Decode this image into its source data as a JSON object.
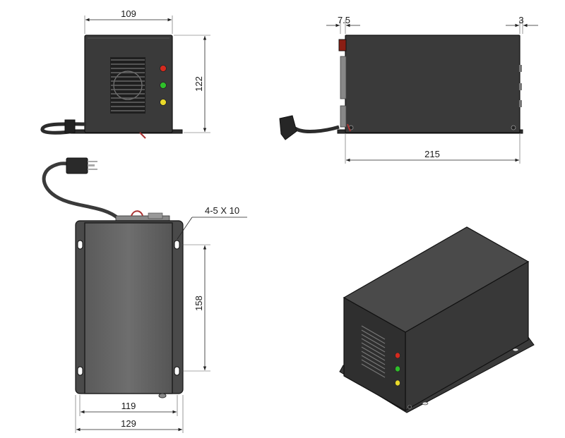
{
  "drawing": {
    "dimensions": {
      "front_width": "109",
      "front_height": "122",
      "side_offset_left": "7.5",
      "side_offset_right": "3",
      "side_length": "215",
      "slot_callout": "4-5 X 10",
      "slot_spacing": "158",
      "inner_width": "119",
      "outer_width": "129"
    },
    "indicators": {
      "red": "#d42a1e",
      "green": "#2fbf2a",
      "yellow": "#e9d92a"
    },
    "colors": {
      "housing": "#3a3a3a",
      "housing_light": "#6e6e6e",
      "base_plate": "#4a4a4a"
    }
  }
}
